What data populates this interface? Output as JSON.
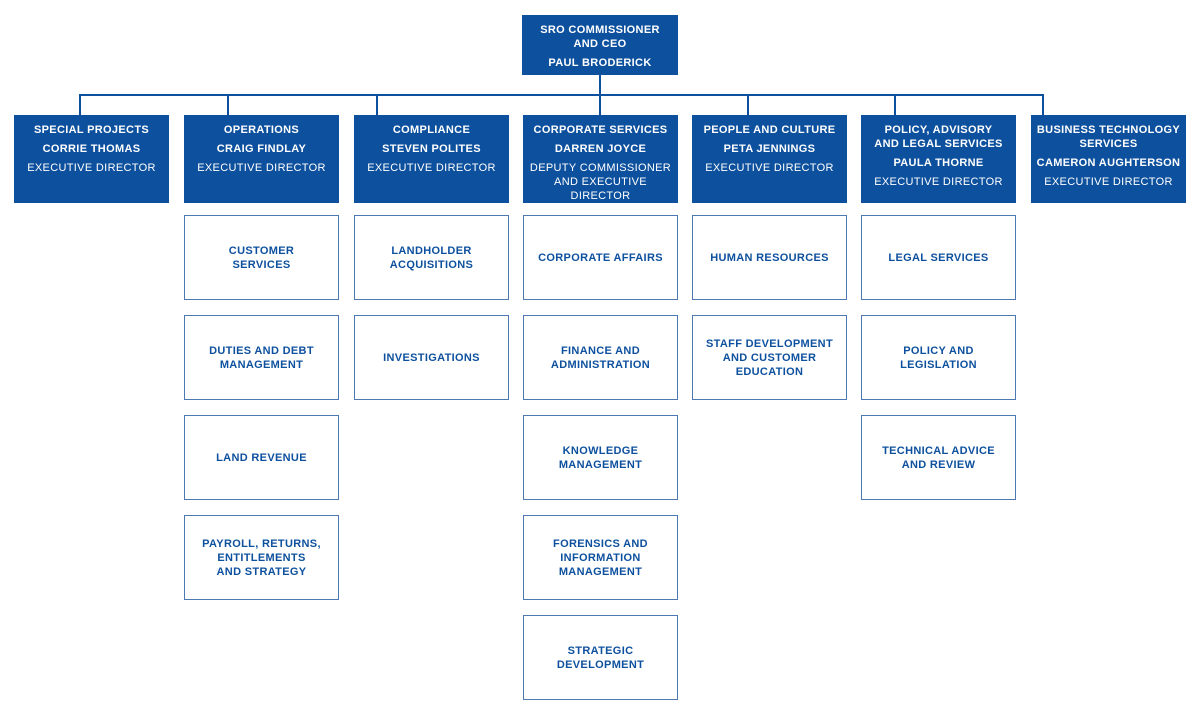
{
  "colors": {
    "brand_blue": "#0d509e",
    "unit_border_blue": "#4d79b3",
    "background": "#ffffff"
  },
  "org": {
    "root": {
      "title": "SRO COMMISSIONER\nAND CEO",
      "name": "PAUL BRODERICK"
    },
    "divisions": [
      {
        "title": "SPECIAL PROJECTS",
        "name": "CORRIE THOMAS",
        "role": "EXECUTIVE DIRECTOR",
        "units": []
      },
      {
        "title": "OPERATIONS",
        "name": "CRAIG FINDLAY",
        "role": "EXECUTIVE DIRECTOR",
        "units": [
          "CUSTOMER\nSERVICES",
          "DUTIES AND DEBT\nMANAGEMENT",
          "LAND REVENUE",
          "PAYROLL, RETURNS,\nENTITLEMENTS\nAND STRATEGY"
        ]
      },
      {
        "title": "COMPLIANCE",
        "name": "STEVEN POLITES",
        "role": "EXECUTIVE DIRECTOR",
        "units": [
          "LANDHOLDER\nACQUISITIONS",
          "INVESTIGATIONS"
        ]
      },
      {
        "title": "CORPORATE SERVICES",
        "name": "DARREN JOYCE",
        "role": "DEPUTY COMMISSIONER\nAND EXECUTIVE DIRECTOR",
        "units": [
          "CORPORATE AFFAIRS",
          "FINANCE AND\nADMINISTRATION",
          "KNOWLEDGE\nMANAGEMENT",
          "FORENSICS AND\nINFORMATION\nMANAGEMENT",
          "STRATEGIC\nDEVELOPMENT"
        ]
      },
      {
        "title": "PEOPLE AND CULTURE",
        "name": "PETA JENNINGS",
        "role": "EXECUTIVE DIRECTOR",
        "units": [
          "HUMAN RESOURCES",
          "STAFF DEVELOPMENT\nAND CUSTOMER\nEDUCATION"
        ]
      },
      {
        "title": "POLICY, ADVISORY\nAND LEGAL SERVICES",
        "name": "PAULA THORNE",
        "role": "EXECUTIVE DIRECTOR",
        "units": [
          "LEGAL SERVICES",
          "POLICY AND\nLEGISLATION",
          "TECHNICAL ADVICE\nAND REVIEW"
        ]
      },
      {
        "title": "BUSINESS TECHNOLOGY\nSERVICES",
        "name": "CAMERON AUGHTERSON",
        "role": "EXECUTIVE DIRECTOR",
        "units": []
      }
    ]
  }
}
